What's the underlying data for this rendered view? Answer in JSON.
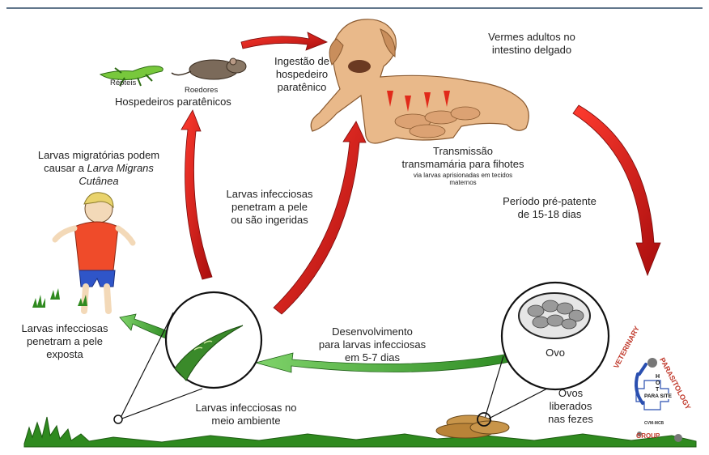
{
  "labels": {
    "reptiles": "Répteis",
    "rodents": "Roedores",
    "paratenic_hosts": "Hospedeiros paratênicos",
    "ingestion": [
      "Ingestão de",
      "hospedeiro",
      "paratênico"
    ],
    "adult_worms": [
      "Vermes adultos no",
      "intestino delgado"
    ],
    "transmammary": [
      "Transmissão",
      "transmamária para fihotes"
    ],
    "transmammary_note": [
      "via larvas aprisionadas em tecidos",
      "maternos"
    ],
    "prepatent": [
      "Período pré-patente",
      "de 15-18 dias"
    ],
    "migratory_line1": "Larvas migratórias podem",
    "migratory_line2_prefix": "causar a ",
    "migratory_line2_italic": "Larva Migrans",
    "migratory_line3_italic": "Cutânea",
    "infective_penetrate_or_ingest": [
      "Larvas infecciosas",
      "penetram a pele",
      "ou são ingeridas"
    ],
    "infective_penetrate_skin": [
      "Larvas infecciosas",
      "penetram a pele",
      "exposta"
    ],
    "development": [
      "Desenvolvimento",
      "para larvas infecciosas",
      "em 5-7 dias"
    ],
    "egg": "Ovo",
    "eggs_released": [
      "Ovos",
      "liberados",
      "nas fezes"
    ],
    "larvae_environment": [
      "Larvas infecciosas no",
      "meio ambiente"
    ]
  },
  "logo": {
    "arc_left": "VETERINARY",
    "arc_right": "PARASITOLOGY",
    "center": "PARA SITE",
    "letters_vertical": [
      "H",
      "O",
      "T"
    ],
    "bottom": "GROUP",
    "tiny": "CVM-MCB"
  },
  "colors": {
    "top_rule": "#2e4a66",
    "red_arrow": "#d81a1a",
    "green_arrow": "#3d9a2c",
    "grass": "#2f8a1f",
    "dog": "#e9b98a",
    "logo_red": "#c0392b",
    "logo_blue": "#2a4fb0"
  }
}
